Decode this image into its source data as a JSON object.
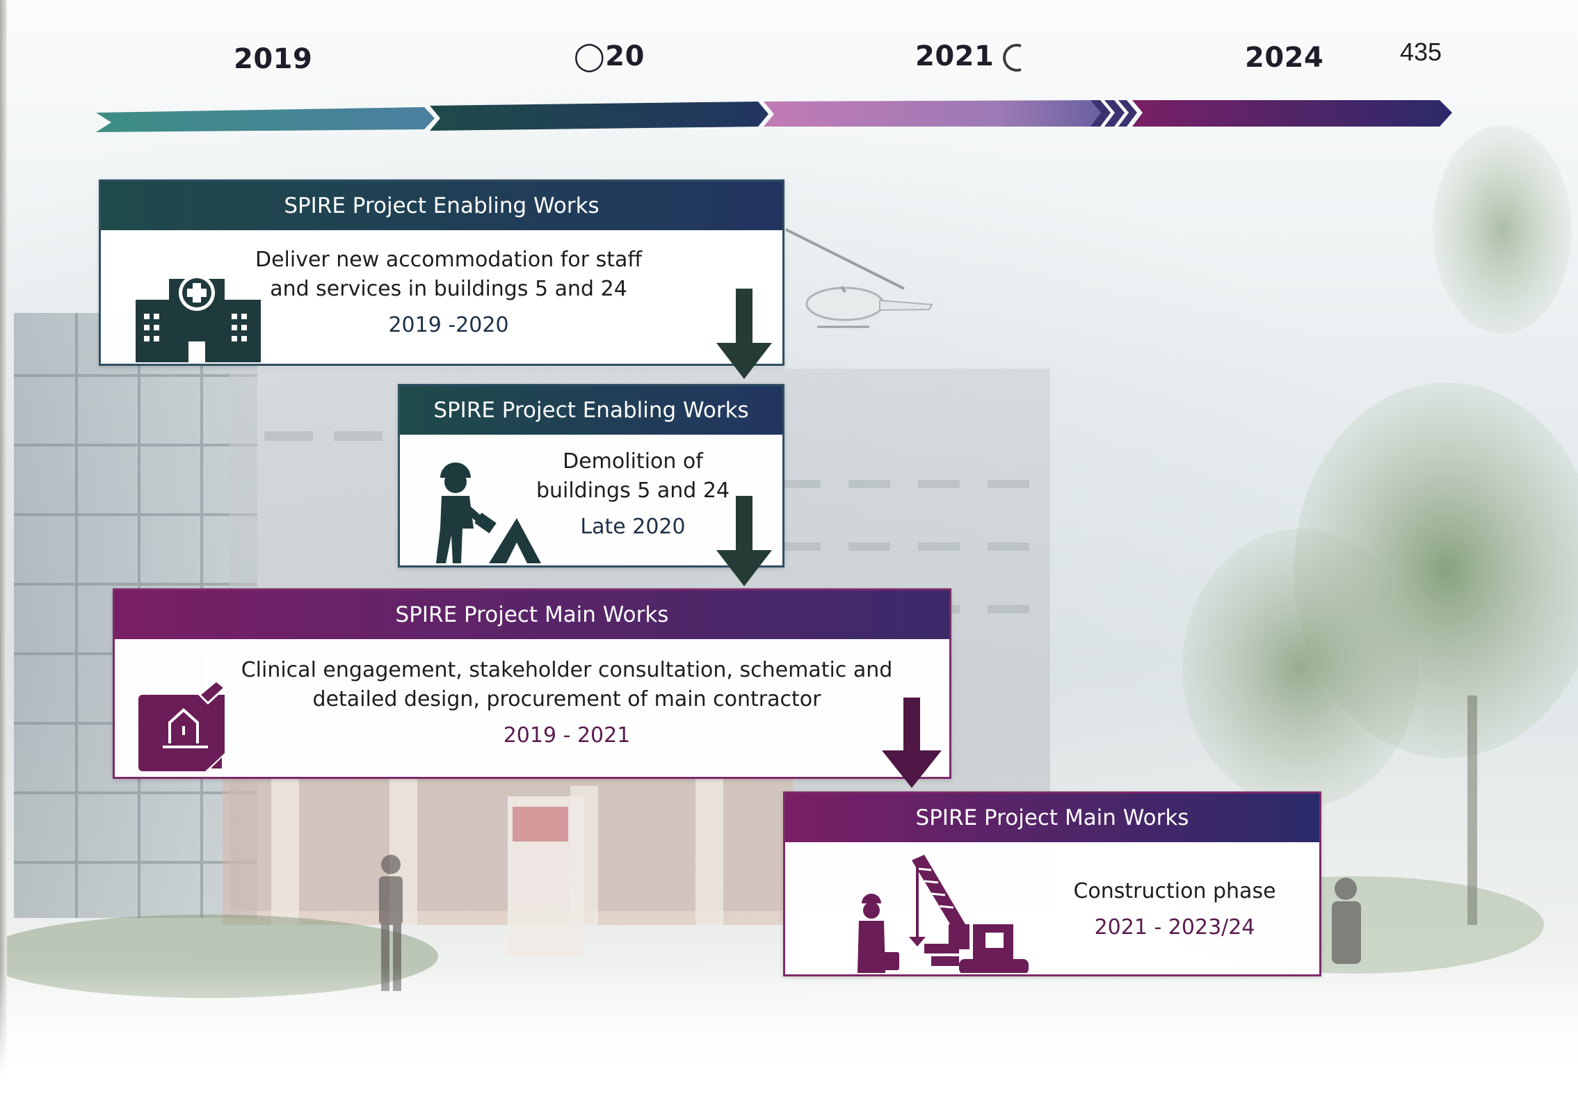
{
  "page_number": "435",
  "timeline": {
    "years": [
      "2019",
      "◯20",
      "2021",
      "2024"
    ]
  },
  "phases": [
    {
      "title": "SPIRE Project Enabling Works",
      "description": "Deliver new accommodation for staff and services in buildings 5 and 24",
      "date": "2019 -2020",
      "icon": "hospital-icon"
    },
    {
      "title": "SPIRE Project Enabling Works",
      "description": "Demolition of buildings 5 and 24",
      "date": "Late 2020",
      "icon": "worker-demolition-icon"
    },
    {
      "title": "SPIRE Project Main Works",
      "description": "Clinical engagement, stakeholder consultation, schematic and detailed design, procurement of main contractor",
      "date": "2019 - 2021",
      "icon": "blueprint-design-icon"
    },
    {
      "title": "SPIRE Project Main Works",
      "description": "Construction phase",
      "date": "2021 - 2023/24",
      "icon": "crane-construction-icon"
    }
  ],
  "colors": {
    "enabling_dark": "#1f4a4a",
    "enabling_navy": "#223560",
    "main_plum": "#7a1f66",
    "main_navy": "#2a2a6a",
    "arrow": "#253c36"
  }
}
